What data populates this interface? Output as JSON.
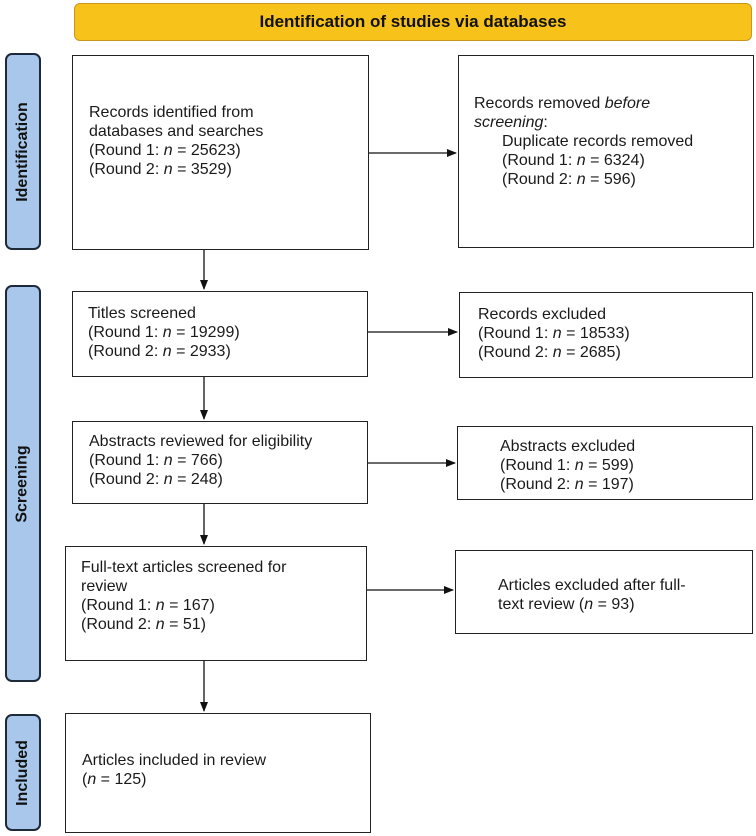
{
  "banner": {
    "title": "Identification of studies via databases"
  },
  "phases": {
    "identification": "Identification",
    "screening": "Screening",
    "included": "Included"
  },
  "boxes": {
    "records_identified": {
      "line1": "Records identified from",
      "line2": "databases and searches",
      "r1_prefix": "(Round 1: ",
      "r1_n": "n",
      "r1_suffix": " = 25623)",
      "r2_prefix": "(Round 2: ",
      "r2_n": "n",
      "r2_suffix": " = 3529)"
    },
    "records_removed": {
      "line1_prefix": "Records removed ",
      "line1_italic": "before",
      "line2_italic": "screening",
      "line2_suffix": ":",
      "line3": "Duplicate records removed",
      "r1_prefix": "(Round 1: ",
      "r1_n": "n",
      "r1_suffix": " = 6324)",
      "r2_prefix": "(Round 2: ",
      "r2_n": "n",
      "r2_suffix": " = 596)"
    },
    "titles_screened": {
      "line1": "Titles screened",
      "r1_prefix": "(Round 1: ",
      "r1_n": "n",
      "r1_suffix": " = 19299)",
      "r2_prefix": "(Round 2: ",
      "r2_n": "n",
      "r2_suffix": " = 2933)"
    },
    "records_excluded": {
      "line1": "Records excluded",
      "r1_prefix": "(Round 1: ",
      "r1_n": "n",
      "r1_suffix": " = 18533)",
      "r2_prefix": "(Round 2: ",
      "r2_n": "n",
      "r2_suffix": " = 2685)"
    },
    "abstracts_reviewed": {
      "line1": "Abstracts reviewed for eligibility",
      "r1_prefix": "(Round 1: ",
      "r1_n": "n",
      "r1_suffix": " = 766)",
      "r2_prefix": "(Round 2: ",
      "r2_n": "n",
      "r2_suffix": " = 248)"
    },
    "abstracts_excluded": {
      "line1": "Abstracts excluded",
      "r1_prefix": "(Round 1: ",
      "r1_n": "n",
      "r1_suffix": " = 599)",
      "r2_prefix": "(Round 2: ",
      "r2_n": "n",
      "r2_suffix": " = 197)"
    },
    "fulltext_screened": {
      "line1": "Full-text articles screened for",
      "line2": "review",
      "r1_prefix": "(Round 1: ",
      "r1_n": "n",
      "r1_suffix": " = 167)",
      "r2_prefix": "(Round 2: ",
      "r2_n": "n",
      "r2_suffix": " = 51)"
    },
    "fulltext_excluded": {
      "line1": "Articles excluded after full-",
      "line2_prefix": "text review (",
      "line2_n": "n",
      "line2_suffix": " = 93)"
    },
    "included": {
      "line1": "Articles included in review",
      "line2_prefix": "(",
      "line2_n": "n",
      "line2_suffix": " = 125)"
    }
  },
  "colors": {
    "banner_fill": "#f7c21a",
    "phase_fill": "#a9c7ea",
    "border": "#222222"
  }
}
